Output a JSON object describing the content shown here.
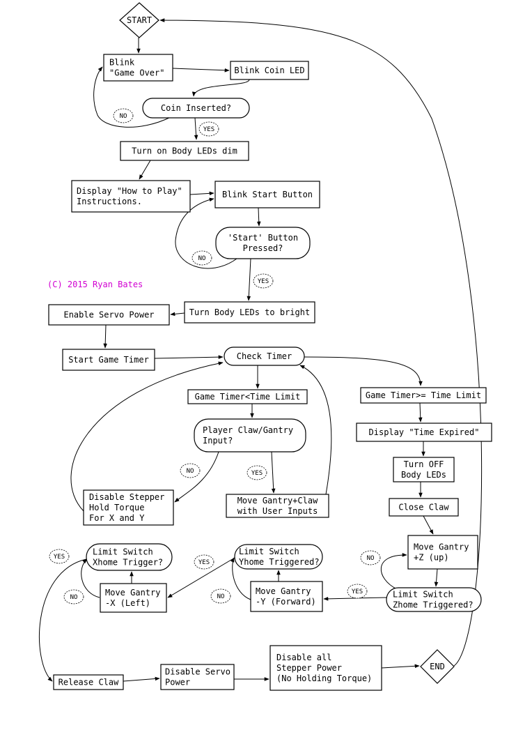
{
  "copyright": "(C) 2015 Ryan Bates",
  "colors": {
    "copyright": "#d100d1",
    "stroke": "#000000",
    "background": "#ffffff"
  },
  "nodes": {
    "start": [
      "START"
    ],
    "blink_game_over": [
      "Blink",
      "\"Game Over\""
    ],
    "blink_coin_led": [
      "Blink Coin LED"
    ],
    "coin_inserted": [
      "Coin Inserted?"
    ],
    "body_leds_dim": [
      "Turn on Body LEDs dim"
    ],
    "how_to_play": [
      "Display \"How to Play\"",
      " Instructions."
    ],
    "blink_start": [
      "Blink Start Button"
    ],
    "start_pressed": [
      "'Start' Button",
      "Pressed?"
    ],
    "body_leds_bright": [
      "Turn Body LEDs to bright"
    ],
    "enable_servo": [
      "Enable Servo Power"
    ],
    "start_timer": [
      "Start Game Timer"
    ],
    "check_timer": [
      "Check Timer"
    ],
    "timer_lt": [
      "Game Timer<Time Limit"
    ],
    "timer_ge": [
      "Game Timer>= Time Limit"
    ],
    "player_input": [
      "Player Claw/Gantry",
      "Input?"
    ],
    "disable_stepper_hold": [
      "Disable Stepper",
      "Hold Torque",
      "For X and Y"
    ],
    "move_user": [
      "Move Gantry+Claw",
      "with User Inputs"
    ],
    "time_expired": [
      "Display \"Time Expired\""
    ],
    "leds_off": [
      "Turn OFF",
      "Body LEDs"
    ],
    "close_claw": [
      "Close Claw"
    ],
    "move_z": [
      "Move Gantry",
      "+Z (up)"
    ],
    "zhome": [
      "Limit Switch",
      "Zhome Triggered?"
    ],
    "move_y": [
      "Move Gantry",
      "-Y (Forward)"
    ],
    "yhome": [
      "Limit Switch",
      "Yhome Triggered?"
    ],
    "move_x": [
      "Move Gantry",
      "-X (Left)"
    ],
    "xhome": [
      "Limit Switch",
      "Xhome Trigger?"
    ],
    "release_claw": [
      "Release Claw"
    ],
    "disable_servo": [
      "Disable Servo",
      "Power"
    ],
    "disable_steppers": [
      "Disable all",
      "Stepper Power",
      "(No Holding Torque)"
    ],
    "end": [
      "END"
    ]
  },
  "branch_labels": {
    "coin_no": "NO",
    "coin_yes": "YES",
    "start_no": "NO",
    "start_yes": "YES",
    "input_no": "NO",
    "input_yes": "YES",
    "z_no": "NO",
    "z_yes": "YES",
    "y_no": "NO",
    "y_yes": "YES",
    "x_no": "NO",
    "x_yes": "YES"
  }
}
